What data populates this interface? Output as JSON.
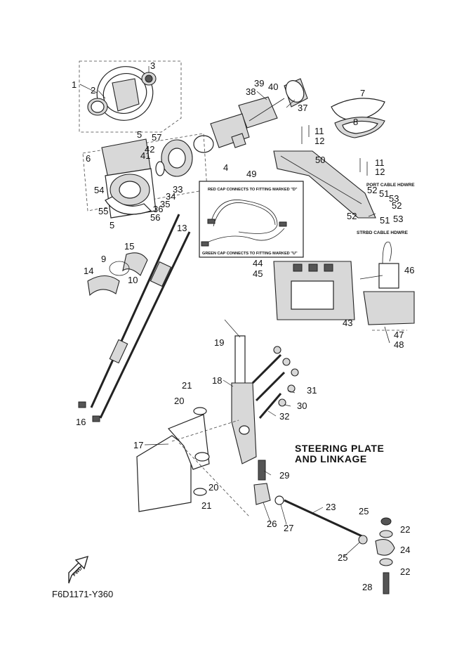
{
  "callouts": {
    "c1": "1",
    "c2": "2",
    "c3": "3",
    "c4": "4",
    "c5a": "5",
    "c5b": "5",
    "c6": "6",
    "c7": "7",
    "c8": "8",
    "c9": "9",
    "c10": "10",
    "c11a": "11",
    "c11b": "11",
    "c12a": "12",
    "c12b": "12",
    "c13": "13",
    "c14": "14",
    "c15": "15",
    "c16": "16",
    "c17": "17",
    "c18": "18",
    "c19": "19",
    "c20a": "20",
    "c20b": "20",
    "c21a": "21",
    "c21b": "21",
    "c22a": "22",
    "c22b": "22",
    "c23": "23",
    "c24": "24",
    "c25a": "25",
    "c25b": "25",
    "c26": "26",
    "c27": "27",
    "c28": "28",
    "c29": "29",
    "c30": "30",
    "c31": "31",
    "c32": "32",
    "c33": "33",
    "c34": "34",
    "c35": "35",
    "c36": "36",
    "c37": "37",
    "c38": "38",
    "c39": "39",
    "c40": "40",
    "c41": "41",
    "c42": "42",
    "c43": "43",
    "c44": "44",
    "c45": "45",
    "c46": "46",
    "c47": "47",
    "c48": "48",
    "c49": "49",
    "c50": "50",
    "c51a": "51",
    "c51b": "51",
    "c52a": "52",
    "c52b": "52",
    "c52c": "52",
    "c53a": "53",
    "c53b": "53",
    "c54": "54",
    "c55": "55",
    "c56": "56",
    "c57": "57"
  },
  "labels": {
    "red_cap": "RED CAP CONNECTS TO FITTING MARKED \"D\"",
    "green_cap": "GREEN CAP CONNECTS TO FITTING MARKED \"U\"",
    "port_cable": "PORT CABLE HDWRE",
    "strbd_cable": "STRBD CABLE HDWRE"
  },
  "title": {
    "line1": "STEERING PLATE",
    "line2": "AND LINKAGE"
  },
  "fwd": "FWD",
  "diagram_code": "F6D1171-Y360"
}
